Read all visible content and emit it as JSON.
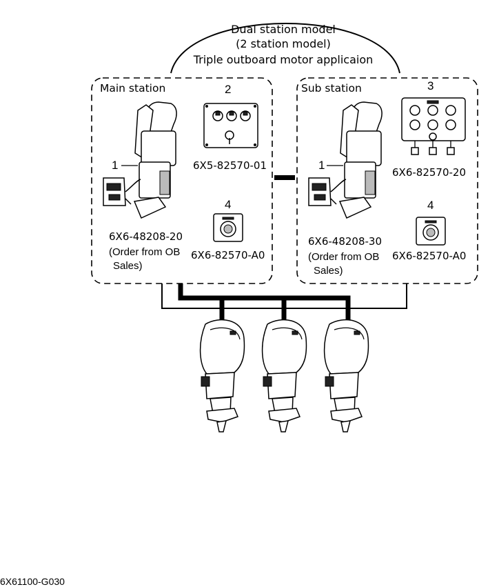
{
  "title": {
    "line1": "Dual station model",
    "line2": "(2 station model)",
    "line3": "Triple outboard motor applicaion"
  },
  "main_station": {
    "label": "Main station",
    "item1": {
      "callout": "1",
      "part_number": "6X6-48208-20",
      "note_line1": "(Order from OB",
      "note_line2": "Sales)"
    },
    "item2": {
      "callout": "2",
      "part_number": "6X5-82570-01"
    },
    "item4": {
      "callout": "4",
      "part_number": "6X6-82570-A0"
    }
  },
  "sub_station": {
    "label": "Sub station",
    "item1": {
      "callout": "1",
      "part_number": "6X6-48208-30",
      "note_line1": "(Order from OB",
      "note_line2": "Sales)"
    },
    "item3": {
      "callout": "3",
      "part_number": "6X6-82570-20"
    },
    "item4": {
      "callout": "4",
      "part_number": "6X6-82570-A0"
    }
  },
  "figure_id": "6X61100-G030"
}
